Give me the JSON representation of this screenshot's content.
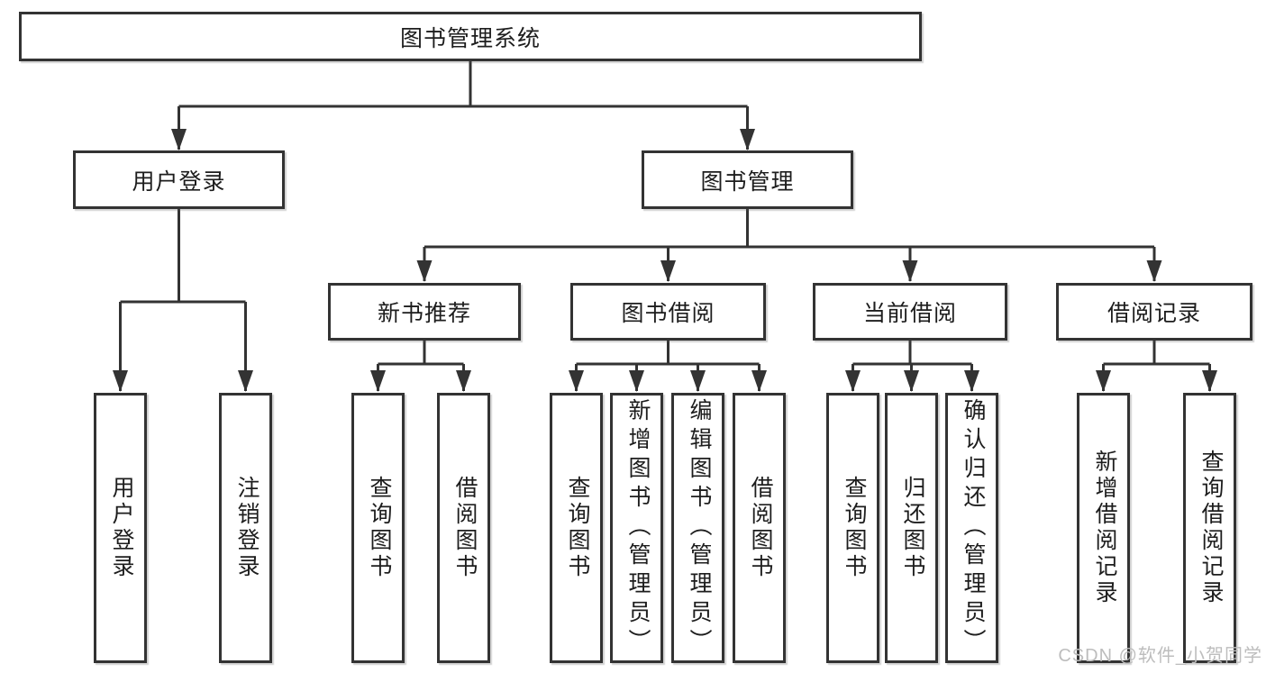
{
  "tree": {
    "label": "图书管理系统",
    "children": [
      {
        "label": "用户登录",
        "children": [
          {
            "label": "用户登录"
          },
          {
            "label": "注销登录"
          }
        ]
      },
      {
        "label": "图书管理",
        "children": [
          {
            "label": "新书推荐",
            "children": [
              {
                "label": "查询图书"
              },
              {
                "label": "借阅图书"
              }
            ]
          },
          {
            "label": "图书借阅",
            "children": [
              {
                "label": "查询图书"
              },
              {
                "label": "新增图书（管理员）"
              },
              {
                "label": "编辑图书（管理员）"
              },
              {
                "label": "借阅图书"
              }
            ]
          },
          {
            "label": "当前借阅",
            "children": [
              {
                "label": "查询图书"
              },
              {
                "label": "归还图书"
              },
              {
                "label": "确认归还（管理员）"
              }
            ]
          },
          {
            "label": "借阅记录",
            "children": [
              {
                "label": "新增借阅记录"
              },
              {
                "label": "查询借阅记录"
              }
            ]
          }
        ]
      }
    ]
  },
  "watermark": {
    "text": "CSDN @软件_小贺同学"
  },
  "colors": {
    "line": "#333333",
    "text": "#1d1d1d",
    "background": "#ffffff",
    "watermark": "#bdbdbd"
  }
}
